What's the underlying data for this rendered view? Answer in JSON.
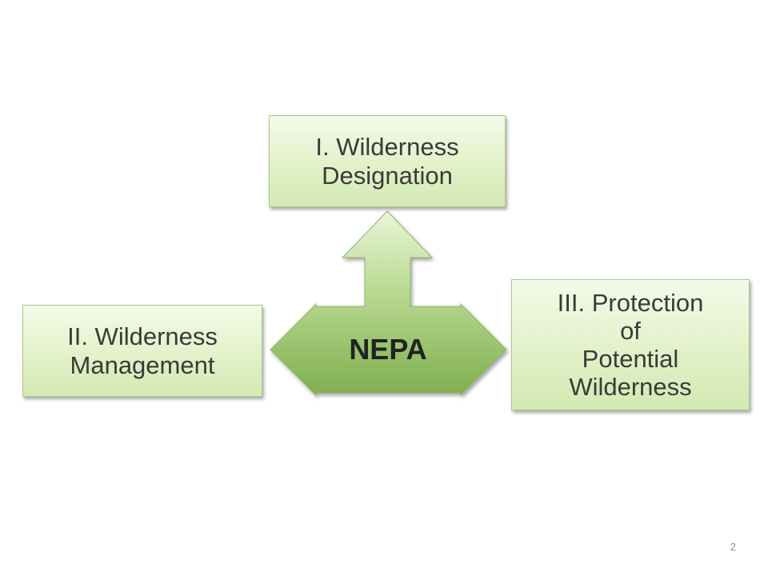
{
  "diagram": {
    "center_label": "NEPA",
    "boxes": {
      "designation": {
        "line1": "I. Wilderness",
        "line2": "Designation"
      },
      "management": {
        "line1": "II. Wilderness",
        "line2": "Management"
      },
      "protection": {
        "line1": "III. Protection",
        "line2": "of",
        "line3": "Potential",
        "line4": "Wilderness"
      }
    }
  },
  "slide": {
    "page_number": "2"
  },
  "colors": {
    "arrow_light": "#e9f5d8",
    "arrow_mid": "#b7d88f",
    "arrow_dark": "#7fae4f",
    "box_top": "#f4fae9",
    "box_bottom": "#d3e9b2",
    "box_border": "#a9c98a",
    "text": "#3a3a3a"
  }
}
